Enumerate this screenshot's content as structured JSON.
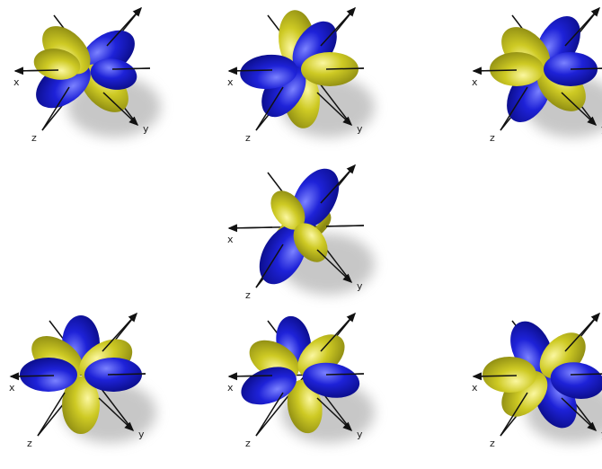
{
  "colors": {
    "lobe_positive": "#ceca24",
    "lobe_negative": "#1e22d8",
    "axis": "#111111",
    "shadow": "#9a9a9a"
  },
  "axis_labels": {
    "x": "x",
    "y": "y",
    "z": "z"
  },
  "orbitals": [
    {
      "name": "orbital-1",
      "lobes": [
        {
          "angle": -35,
          "dist": 30,
          "len": 34,
          "wid": 21,
          "color": "negative"
        },
        {
          "angle": 45,
          "dist": 30,
          "len": 32,
          "wid": 20,
          "color": "positive"
        },
        {
          "angle": 145,
          "dist": 30,
          "len": 34,
          "wid": 21,
          "color": "negative"
        },
        {
          "angle": 225,
          "dist": 30,
          "len": 32,
          "wid": 20,
          "color": "positive"
        },
        {
          "angle": 10,
          "dist": 32,
          "len": 26,
          "wid": 17,
          "color": "negative"
        },
        {
          "angle": 190,
          "dist": 32,
          "len": 26,
          "wid": 17,
          "color": "positive"
        }
      ]
    },
    {
      "name": "orbital-2",
      "lobes": [
        {
          "angle": -95,
          "dist": 32,
          "len": 34,
          "wid": 20,
          "color": "positive"
        },
        {
          "angle": 85,
          "dist": 32,
          "len": 34,
          "wid": 20,
          "color": "positive"
        },
        {
          "angle": -55,
          "dist": 30,
          "len": 32,
          "wid": 20,
          "color": "negative"
        },
        {
          "angle": 125,
          "dist": 30,
          "len": 32,
          "wid": 20,
          "color": "negative"
        },
        {
          "angle": 175,
          "dist": 34,
          "len": 32,
          "wid": 19,
          "color": "negative"
        },
        {
          "angle": 0,
          "dist": 34,
          "len": 32,
          "wid": 19,
          "color": "positive"
        }
      ]
    },
    {
      "name": "orbital-3",
      "lobes": [
        {
          "angle": -60,
          "dist": 32,
          "len": 34,
          "wid": 21,
          "color": "negative"
        },
        {
          "angle": 120,
          "dist": 32,
          "len": 34,
          "wid": 21,
          "color": "negative"
        },
        {
          "angle": -135,
          "dist": 28,
          "len": 32,
          "wid": 21,
          "color": "positive"
        },
        {
          "angle": 45,
          "dist": 28,
          "len": 32,
          "wid": 21,
          "color": "positive"
        },
        {
          "angle": 0,
          "dist": 30,
          "len": 30,
          "wid": 19,
          "color": "negative"
        },
        {
          "angle": 180,
          "dist": 30,
          "len": 30,
          "wid": 19,
          "color": "positive"
        }
      ]
    },
    {
      "name": "orbital-4",
      "ring": true,
      "lobes": [
        {
          "angle": -60,
          "dist": 36,
          "len": 36,
          "wid": 22,
          "color": "negative"
        },
        {
          "angle": 120,
          "dist": 36,
          "len": 36,
          "wid": 22,
          "color": "negative"
        },
        {
          "angle": -125,
          "dist": 22,
          "len": 24,
          "wid": 16,
          "color": "positive"
        },
        {
          "angle": 55,
          "dist": 22,
          "len": 24,
          "wid": 16,
          "color": "positive"
        }
      ]
    },
    {
      "name": "orbital-5",
      "lobes": [
        {
          "angle": -90,
          "dist": 34,
          "len": 32,
          "wid": 21,
          "color": "negative"
        },
        {
          "angle": 90,
          "dist": 34,
          "len": 32,
          "wid": 21,
          "color": "positive"
        },
        {
          "angle": -145,
          "dist": 32,
          "len": 32,
          "wid": 20,
          "color": "positive"
        },
        {
          "angle": -30,
          "dist": 32,
          "len": 32,
          "wid": 20,
          "color": "positive"
        },
        {
          "angle": 180,
          "dist": 36,
          "len": 32,
          "wid": 19,
          "color": "negative"
        },
        {
          "angle": 0,
          "dist": 36,
          "len": 32,
          "wid": 19,
          "color": "negative"
        }
      ]
    },
    {
      "name": "orbital-6",
      "lobes": [
        {
          "angle": -100,
          "dist": 36,
          "len": 30,
          "wid": 19,
          "color": "negative"
        },
        {
          "angle": 80,
          "dist": 36,
          "len": 30,
          "wid": 19,
          "color": "positive"
        },
        {
          "angle": -150,
          "dist": 32,
          "len": 30,
          "wid": 19,
          "color": "positive"
        },
        {
          "angle": -40,
          "dist": 32,
          "len": 30,
          "wid": 19,
          "color": "positive"
        },
        {
          "angle": 160,
          "dist": 36,
          "len": 32,
          "wid": 19,
          "color": "negative"
        },
        {
          "angle": 10,
          "dist": 36,
          "len": 32,
          "wid": 19,
          "color": "negative"
        }
      ]
    },
    {
      "name": "orbital-7",
      "lobes": [
        {
          "angle": -115,
          "dist": 32,
          "len": 32,
          "wid": 21,
          "color": "negative"
        },
        {
          "angle": 65,
          "dist": 32,
          "len": 32,
          "wid": 21,
          "color": "negative"
        },
        {
          "angle": -45,
          "dist": 30,
          "len": 30,
          "wid": 20,
          "color": "positive"
        },
        {
          "angle": 135,
          "dist": 30,
          "len": 30,
          "wid": 20,
          "color": "positive"
        },
        {
          "angle": 180,
          "dist": 38,
          "len": 30,
          "wid": 20,
          "color": "positive"
        },
        {
          "angle": 10,
          "dist": 38,
          "len": 30,
          "wid": 20,
          "color": "negative"
        }
      ]
    }
  ]
}
